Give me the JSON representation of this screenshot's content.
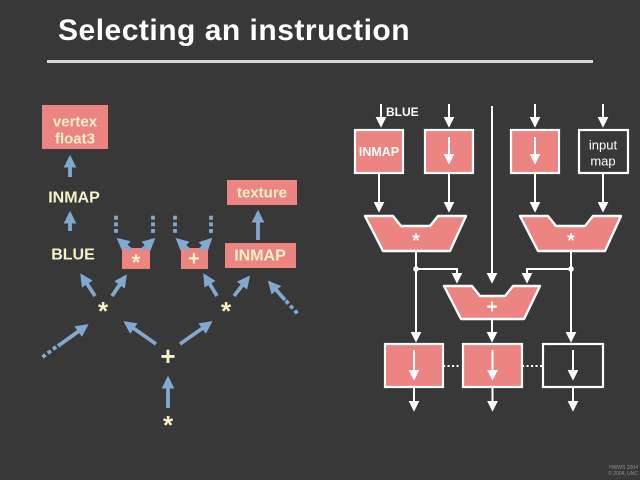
{
  "slide": {
    "title": "Selecting an instruction"
  },
  "colors": {
    "background": "#383838",
    "node_pink": "#EC8581",
    "cream_text": "#F8F2C6",
    "arrow_blue": "#7FA9D1",
    "line_white": "#FFFFFF",
    "rule_gray": "#D8D8D8"
  },
  "left_tree": {
    "vertex_line1": "vertex",
    "vertex_line2": "float3",
    "inmap_label": "INMAP",
    "blue_label": "BLUE",
    "mul_box": "*",
    "add_box": "+",
    "texture_box": "texture",
    "inmap_box": "INMAP",
    "node_mul_left": "*",
    "node_mul_right": "*",
    "node_add": "+",
    "node_root": "*"
  },
  "right_flow": {
    "blue_label": "BLUE",
    "inmap_box": "INMAP",
    "input_map_line1": "input",
    "input_map_line2": "map",
    "alu_mul_left": "*",
    "alu_mul_right": "*",
    "alu_add": "+"
  },
  "watermark": {
    "line1": "HWWS 2004",
    "line2": "© 2004, UNC"
  }
}
